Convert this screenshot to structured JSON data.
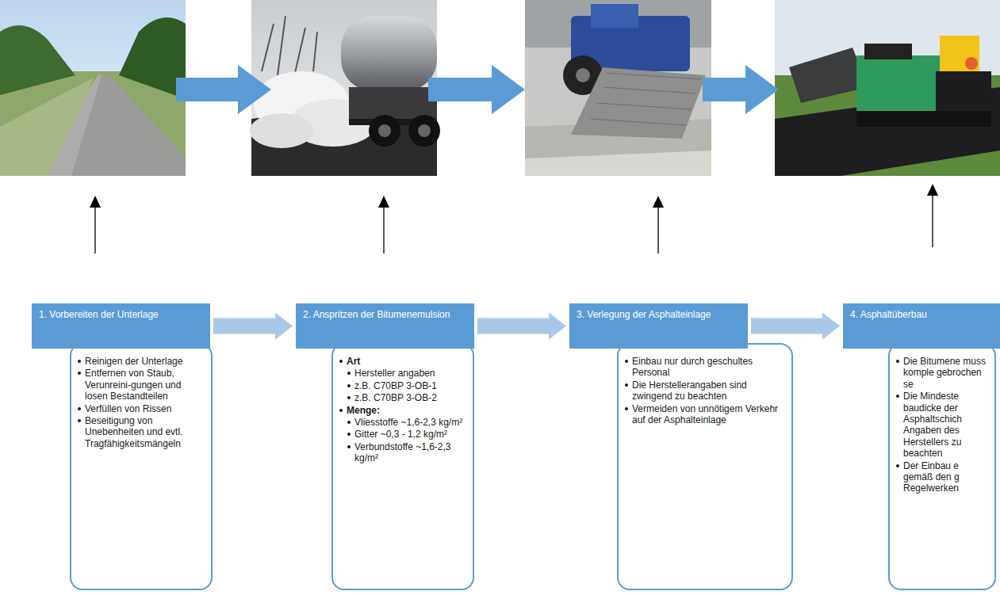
{
  "diagram": {
    "nodes": [
      {
        "text": [
          "1. Vorbereiten der Unterlage"
        ]
      },
      {
        "text": [
          "Reinigen der Unterlage",
          "Entfernen von Staub, Verunreini-gungen und losen Bestandteilen",
          "Verfüllen von Rissen",
          "Beseitigung von Unebenheiten und evtl. Tragfähigkeitsmängeln"
        ]
      },
      {
        "text": [
          "2. Anspritzen der Bitumenemulsion"
        ]
      },
      {
        "text": [
          "Art",
          "Hersteller angaben",
          "z.B. C70BP 3-OB-1",
          "z.B. C70BP 3-OB-2",
          "Menge:",
          "Vliesstoffe ~1,6-2,3 kg/m²",
          "Gitter ~0,3 - 1,2 kg/m²",
          "Verbundstoffe ~1,6-2,3 kg/m²"
        ]
      },
      {
        "text": [
          "3. Verlegung der Asphalteinlage"
        ]
      },
      {
        "text": [
          "Einbau nur durch geschultes Personal",
          "Die Herstellerangaben sind zwingend zu beachten",
          "Vermeiden von unnötigem Verkehr auf der Asphalteinlage"
        ]
      },
      {
        "text": [
          "4. Asphaltüberbau"
        ]
      },
      {
        "text": [
          "Die Bitumene muss komple gebrochen se",
          "Die Mindeste baudicke der Asphaltschich Angaben des Herstellers zu beachten",
          "Der Einbau e gemäß den g Regelwerken"
        ]
      }
    ],
    "edges": [
      {
        "from": 0,
        "to": 2,
        "arrow": "to"
      },
      {
        "from": 2,
        "to": 4,
        "arrow": "to"
      },
      {
        "from": 4,
        "to": 6,
        "arrow": "to"
      }
    ]
  }
}
